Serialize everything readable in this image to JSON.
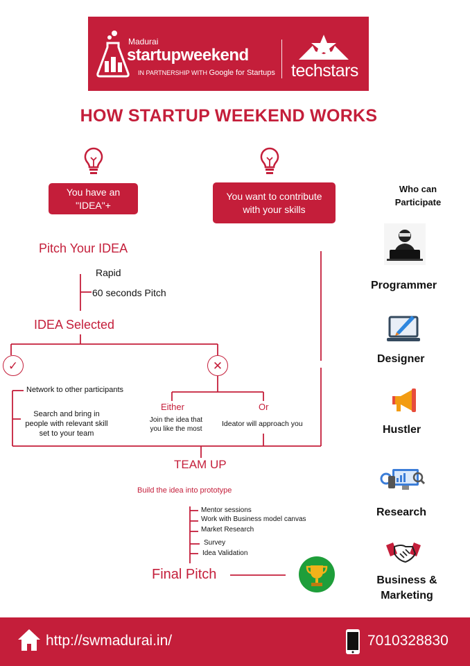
{
  "header": {
    "city": "Madurai",
    "brand": "startupweekend",
    "partner_prefix": "IN PARTNERSHIP WITH",
    "partner_name": "Google for Startups",
    "partner_logo": "techstars"
  },
  "title": "HOW STARTUP WEEKEND WORKS",
  "flow": {
    "idea_box": "You have an \"IDEA\"+",
    "contribute_box": "You want to contribute with your skills",
    "pitch_your_idea": "Pitch Your IDEA",
    "rapid": "Rapid",
    "sixty_seconds": "60 seconds Pitch",
    "idea_selected": "IDEA Selected",
    "check_symbol": "✓",
    "cross_symbol": "✕",
    "network": "Network to other participants",
    "search_bring": "Search and bring in people with relevant skill set to your team",
    "either": "Either",
    "or": "Or",
    "join_idea": "Join the idea that you like the most",
    "ideator_approach": "Ideator will approach you",
    "team_up": "TEAM UP",
    "build_prototype": "Build the idea into prototype",
    "steps": [
      "Mentor sessions",
      "Work with Business model canvas",
      "Market Research",
      "Survey",
      "Idea Validation"
    ],
    "final_pitch": "Final Pitch"
  },
  "participants": {
    "heading": "Who can Participate",
    "roles": [
      "Programmer",
      "Designer",
      "Hustler",
      "Research",
      "Business & Marketing"
    ]
  },
  "footer": {
    "url": "http://swmadurai.in/",
    "phone": "7010328830"
  },
  "colors": {
    "brand_red": "#c41e3a",
    "trophy_green": "#1e9e3a"
  },
  "icons": [
    "flask-icon",
    "techstars-star-icon",
    "lightbulb-icon",
    "trophy-icon",
    "programmer-icon",
    "designer-icon",
    "megaphone-icon",
    "research-icon",
    "handshake-icon",
    "home-icon",
    "phone-icon"
  ]
}
